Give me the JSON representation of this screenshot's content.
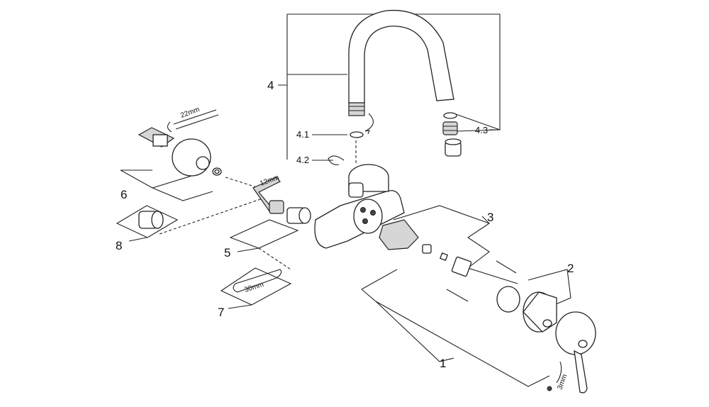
{
  "callouts": {
    "c1": "1",
    "c2": "2",
    "c3": "3",
    "c4": "4",
    "c4_1": "4.1",
    "c4_2": "4.2",
    "c4_3": "4.3",
    "c5": "5",
    "c6": "6",
    "c7": "7",
    "c8": "8"
  },
  "tools": {
    "wrench_22": "22mm",
    "hex_key_12": "12mm",
    "wrench_30": "30mm",
    "hex_key_3": "3mm"
  }
}
